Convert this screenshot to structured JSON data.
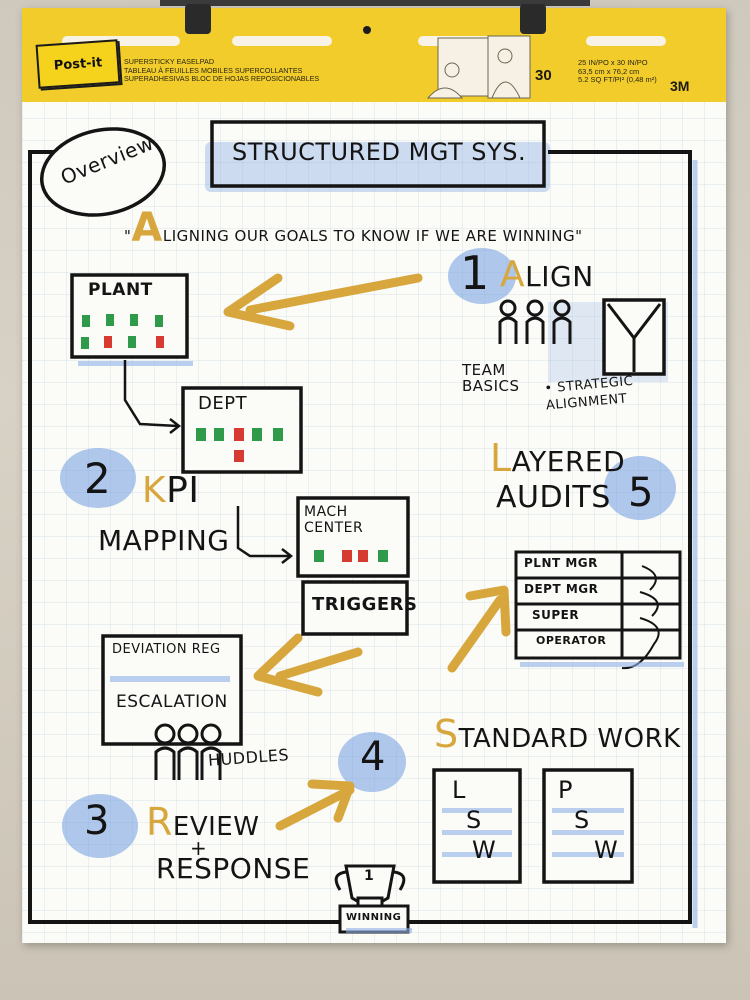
{
  "pad_header": {
    "brand": "Post-it",
    "product_lines": [
      "SUPERSTICKY EASELPAD",
      "TABLEAU À FEUILLES MOBILES SUPERCOLLANTES",
      "SUPERADHESIVAS BLOC DE HOJAS REPOSICIONABLES"
    ],
    "sheet_count": "30",
    "size_lines": [
      "25 IN/PO x 30 IN/PO",
      "63,5 cm x 76,2 cm",
      "5.2 SQ FT/PI² (0,48 m²)"
    ],
    "maker": "3M"
  },
  "poster": {
    "overview": "Overview",
    "title": "STRUCTURED MGT SYS.",
    "tagline_cap": "A",
    "tagline_rest": "LIGNING OUR GOALS TO KNOW IF WE ARE WINNING\"",
    "tagline_quote": "\"",
    "plant_box": "PLANT",
    "dept_box": "DEPT",
    "step1_num": "1",
    "step1_cap": "A",
    "step1_rest": "LIGN",
    "team_basics": "TEAM BASICS",
    "strategic_alignment": "• STRATEGIC ALIGNMENT",
    "step2_num": "2",
    "step2_cap": "K",
    "step2_rest": "PI",
    "mapping": "MAPPING",
    "mach_center": "MACH CENTER",
    "triggers": "TRIGGERS",
    "layered_cap": "L",
    "layered_rest": "AYERED",
    "audits": "AUDITS",
    "step5_num": "5",
    "audit_rows": [
      "PLNT MGR",
      "DEPT MGR",
      "SUPER",
      "OPERATOR"
    ],
    "deviation_reg": "DEVIATION REG",
    "escalation": "ESCALATION",
    "huddles": "HUDDLES",
    "standard_cap": "S",
    "standard_rest": "TANDARD WORK",
    "step4_num": "4",
    "step3_num": "3",
    "review_cap": "R",
    "review_rest": "EVIEW",
    "plus": "+",
    "response": "RESPONSE",
    "lsw_letters": [
      "L",
      "S",
      "W"
    ],
    "psw_letters": [
      "P",
      "S",
      "W"
    ],
    "trophy_number": "1",
    "trophy_label": "WINNING"
  },
  "colors": {
    "pad_yellow": "#f1cc2a",
    "marker_black": "#141414",
    "accent_gold": "#d7a63c",
    "highlight_blue": "#6f9de0",
    "kpi_green": "#2e9a4a",
    "kpi_red": "#d63a30"
  }
}
